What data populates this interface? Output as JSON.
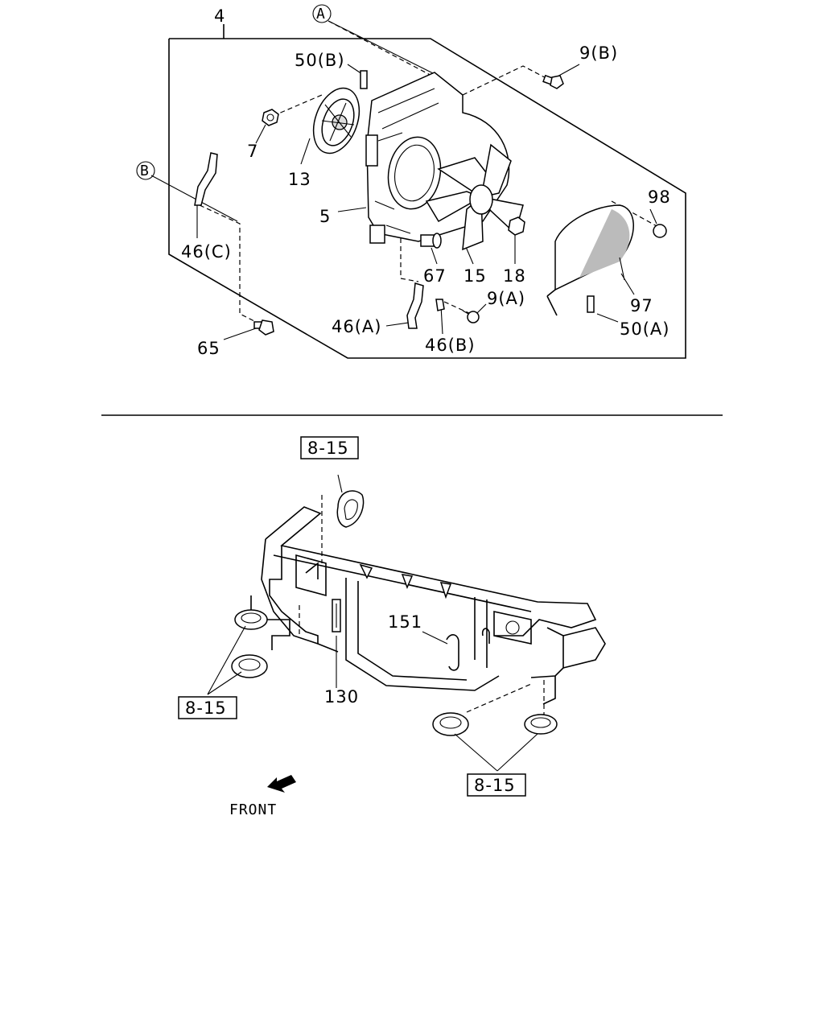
{
  "callouts": {
    "c4": "4",
    "cA": "A",
    "c9B": "9(B)",
    "c50B": "50(B)",
    "c7": "7",
    "c13": "13",
    "cB": "B",
    "c5": "5",
    "c98": "98",
    "c46C": "46(C)",
    "c67": "67",
    "c15": "15",
    "c18": "18",
    "c9A": "9(A)",
    "c97": "97",
    "c46A": "46(A)",
    "c46B": "46(B)",
    "c50A": "50(A)",
    "c65": "65",
    "c151": "151",
    "c130": "130"
  },
  "refs": {
    "r1": "8-15",
    "r2": "8-15",
    "r3": "8-15"
  },
  "front_label": "FRONT"
}
